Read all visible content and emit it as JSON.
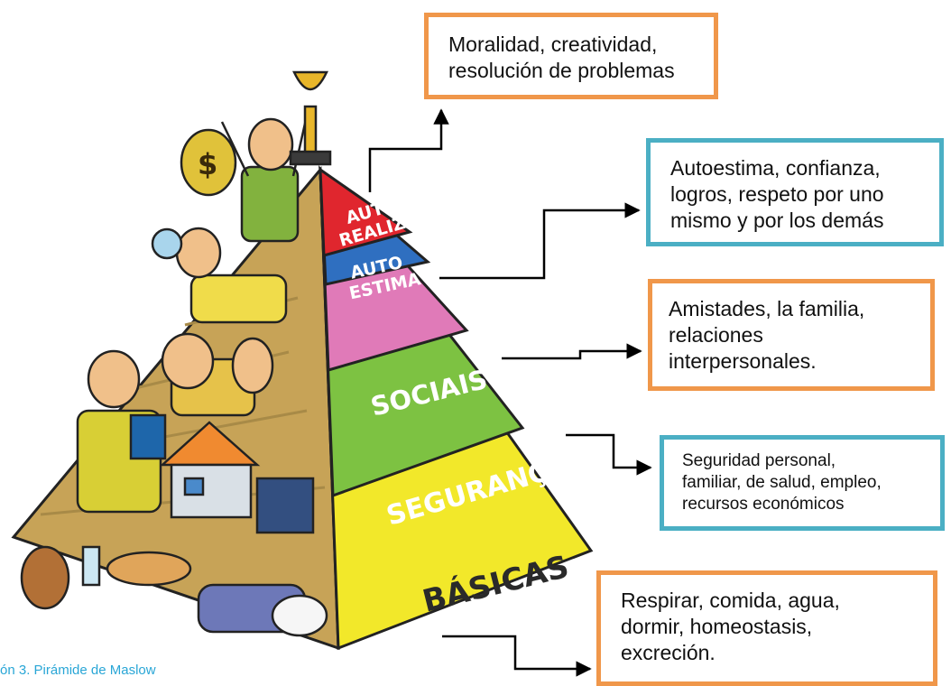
{
  "diagram": {
    "levels": [
      {
        "label_line1": "AUTO",
        "label_line2": "REALIZAÇÃO",
        "color": "#e0262e"
      },
      {
        "label_line1": "AUTO",
        "label_line2": "ESTIMA",
        "color": "#2f6fc0"
      },
      {
        "label_line1": "SOCIAIS",
        "color": "#e07ab8"
      },
      {
        "label_line1": "SEGURANÇA",
        "color": "#7dc242"
      },
      {
        "label_line1": "BÁSICAS",
        "color": "#f2e82a"
      }
    ],
    "boxes": {
      "autorrealizacion": {
        "lines": [
          "Moralidad, creatividad,",
          "resolución de problemas"
        ],
        "border_color": "#f0974a"
      },
      "autoestima": {
        "lines": [
          "Autoestima, confianza,",
          "logros, respeto por uno",
          "mismo y por los demás"
        ],
        "border_color": "#4bafc4"
      },
      "sociales": {
        "lines": [
          "Amistades, la familia,",
          "relaciones",
          "interpersonales."
        ],
        "border_color": "#f0974a"
      },
      "seguridad": {
        "lines": [
          "Seguridad personal,",
          "familiar, de salud, empleo,",
          "recursos económicos"
        ],
        "border_color": "#4bafc4"
      },
      "basicas": {
        "lines": [
          "Respirar, comida, agua,",
          "dormir, homeostasis,",
          "excreción."
        ],
        "border_color": "#f0974a"
      }
    },
    "caption": "ón 3. Pirámide de Maslow"
  }
}
